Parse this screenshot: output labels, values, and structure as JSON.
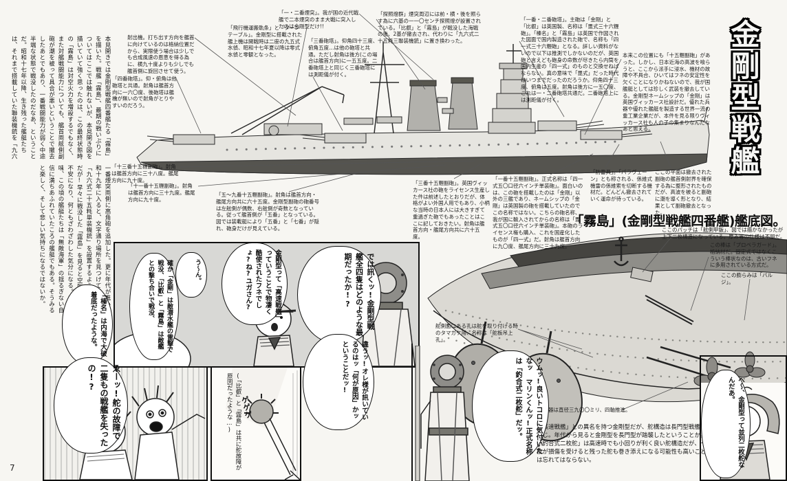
{
  "page_number": "7",
  "title": "金剛型戦艦",
  "heading": "「霧島」(金剛型戦艦四番艦)艦底図。",
  "left_column": {
    "top": "本見開きでは金剛型戦艦四番艦たる「霧島」を描いた。戦艦「霧島」、最期の戦いぶりについてはここでは触れないが、本見開き図を描いていて強く思ったのは、この最終状態時の「霧島」は対空火力を増設するでもなく、また対艦戦闘能力についても、艦首両舷側副砲が潮を被って具合が悪いということで撤去したあとでもあり、一番戦闘能力が弱く中途半端な状態で戦没したのだなあ、ということだ。昭和十七年以降、生き残った艦艇たちは、それまで搭載していた聯装機銃を「九六式二十五粍三聯装機銃」に換装、金剛型の場合は上甲板",
    "bottom": "一番煙突両側に高角砲を追加した。更に年代が進み昭和十九年に入ると、文字通り場所を見つけてはそこに「九六式二十五粍単装機銃」を設置するようになるのだが!早々に戦没した「霧島」を見ると空所が目立ち不安になり、何ともざわざわした気分になる。ある意味、この頃の艦艇たちは「無敵海軍」の揺るぎない自信に満ちあふれていたころの艦艇でもある。そうみると楽しく、そして悲しい気持ちになるではないか。"
  },
  "ship_callouts": [
    "射出機。打ち出す方向を艦首に向けているのは格納位置だから、実際使う場合は少しでも合成風速の恩恵を得る為に、横九十度よりも少しでも艦首側に旋回させて使う。",
    "「四番砲塔」。仰・俯角は他砲塔と共通。射角は艦首方向に一六〇度、後砲塔は艦橋が無いので射角がとりやすいのだろう。",
    "「飛行機運搬軌条」と「ターンテーブル」。金剛型に搭載された艦上機は開戦時は二座の九五式水偵、昭和十七年夏以降は零式水偵と零観となった。",
    "「一・二番煙突」。我が国の近代戦艦で二本煙突のまま大戦に突入したのは金剛型だけ!!",
    "「三番砲塔」。仰角四十三度、俯角五度…は他の砲塔と共通。ただし射角は後方(この場合は艦首方向)に一五五度。二番砲塔上と同じく三番砲塔には測距儀が付く。",
    "「探照燈群」煙突周辺には前・横・後を照らす為に六基の一一〇センチ探照燈が設置されている。「比叡」と「霧島」が戦没した海戦の後、2基が撤去され、代わりに「九六式二十五粍三聯装機銃」に置き換わった。",
    "「一番・二番砲塔」。主砲は「金剛」と「比叡」は英国製、名称は「毘式三十六糎砲」。「榛名」と「霧島」は英国で作図された図面で国内製造された砲で、名称も「四一式三十六糎砲」となる。詳しい資料がないので以下は推測でしかないのだが、英国砲と言えども砲身の命数が尽きたら内筒を国内生産の「四一式」のものと交換せねばならない。真の意味で「毘式」だった時代はいつまでだったのだろうか。仰角四十三度、俯角は五度。射角は後方に一五〇度、これは一・二番砲塔共通だ。二番砲塔上には測距儀が付く。",
    "本来この位置にも「十五糎副砲」があった。しかし、日本近海の高波を喰らうと、ここから派手に浸水、機材の故障や不具合、ひいてはフネの安定性を欠くことになりかねないので、我が国艦艇としては珍しく武装を撤去している。金剛型ネームシップの「金剛」は英国ヴィッカース社設計だ。優れた兵器や優れた艦艇を製造する世界一流の重工業企業だが、本件を見る限りヴィッカース社も人の子の集まりなんだなあと思える。",
    "「十三番十五糎副砲」。射角は艦首方向に三十八度。艦尾方向に九十度。",
    "「十一番十五糎副砲」。射角は艦首方向に三十九度。艦尾方向に九十度。",
    "「五〜九番十五糎副砲」。射角は艦首方向・艦尾方向共に六十五度。金剛型副砲の砲番号は左舷側が偶数、右舷側が奇数となっている。従って艦首側が「五番」となっている。図では装載艇により「五番」と「七番」が隠れ、砲身だけが見えている。",
    "「三番十五糎副砲」。英国ヴィッカース社の砲をライセンス生産した件は前述したとおりだが、体格がよい外国人用でもあり、小柄な当時の日本人には大きすぎて重過ぎた砲でもあったことはここに記しておきたい。射角は艦首方向・艦尾方向共に六十五度。",
    "「一番十五糎副砲」。正式名称は「四一式五〇口径六インチ単装砲」。面白いのは、この砲を搭載したのは「金剛」以外の三艦であり、ネームシップの「金剛」は英国製の砲を搭載していたのでこの名称ではない。こちらの砲名称、我が国に輸入されてからの名称は「毘式五〇口径六インチ単装砲」。本砲のライセンス権も購入、これを国産化したものが「四一式」だ。射角は艦首方向に九〇度、艦尾方向に三十九度。",
    "「防雷具」。「パラヴェーン」とも称される、係維式機雷の係維索を切断する機材だ。どんどん撤去されていく運命が待っている。",
    "ここの平面は撤去された副砲の艦首側射界を確保する為に整形されたものだが、高波を被ると副砲に潮を導く形となり、結果として副砲撤去となった。"
  ],
  "hull_callouts": [
    "ここのパッチは「舷側甲鈑」、図では描かなかったが上下二枚構造になっている。厚み等の仕様は不明だ。",
    "この棒は「プロペラガード」。格納材だ。固定式ではなくこういう棒状なのは、古いフネに多用されている方式だ。",
    "ここの膨らみは「バルジ」。",
    "舵側面にある孔は舵を取り付ける時のタマガケ用、名称は「舵板吊上孔」。",
    "推進器は直径三九〇〇ミリ、四軸推進。"
  ],
  "hull_note": "「高速戦艦」との異名を持つ金剛型だが、舵構造は長門型戦艦と同じ。年代から見ると金剛型を長門型が踏襲したということか。「釣合式二枚舵」は高速時でも小回りが利く良い舵構造だが、一枚が損傷を受けると残った舵も巻き添えになる可能性も高いことは忘れてはならない。",
  "manga": {
    "b_dewakiku": "では訊くッ!金剛型戦艦全四隻はどのような最期だったか!?",
    "b_kongogata": "金剛型って「高速戦艦」っていうことで物凄く酷使されたフネでしょ?ね?ユガさん?",
    "b_un": "う〜ん。",
    "b_tashika": "確か「金剛」は敵潜水艦の雷撃で戦没、「比叡」と「霧島」は敵艦との撃ち合いで戦没、",
    "b_haruna": "「榛名」は内海で大破着底だったような。",
    "b_chigau": "違うッ!オレ様が訊いているのはッ「何が原因」かッということだッ!",
    "b_ee": "ゑーッ!舵の故障で二隻もの戦艦を失ったの!?",
    "b_gegege": "ゲゲゲ",
    "b_hiei": "(「比叡」と「霧島」は共に舵故障が原因だったような…)",
    "b_umu": "ウムッ!良いトコロに気付いたなッ マリンくんッ!正式名称は「釣合式二枚舵」だッ。",
    "b_hee": "へ〜、金剛型って並列二枚舵なんだあ。"
  }
}
